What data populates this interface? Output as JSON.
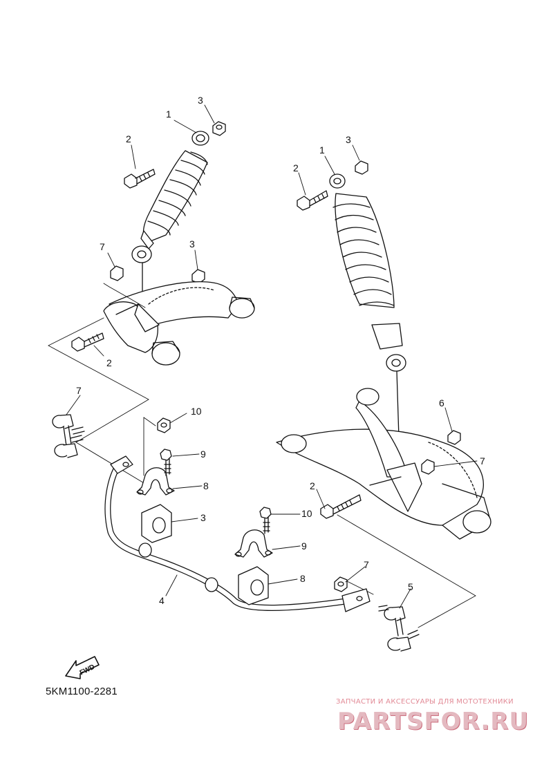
{
  "diagram": {
    "callouts": [
      {
        "id": "c1a",
        "text": "1"
      },
      {
        "id": "c2a",
        "text": "2"
      },
      {
        "id": "c3a",
        "text": "3"
      },
      {
        "id": "c7a",
        "text": "7"
      },
      {
        "id": "c3b",
        "text": "3"
      },
      {
        "id": "c2b",
        "text": "2"
      },
      {
        "id": "c1b",
        "text": "1"
      },
      {
        "id": "c2c",
        "text": "2"
      },
      {
        "id": "c3c",
        "text": "3"
      },
      {
        "id": "c6",
        "text": "6"
      },
      {
        "id": "c7b",
        "text": "7"
      },
      {
        "id": "c10a",
        "text": "10"
      },
      {
        "id": "c9a",
        "text": "9"
      },
      {
        "id": "c8a",
        "text": "8"
      },
      {
        "id": "c3d",
        "text": "3"
      },
      {
        "id": "c7c",
        "text": "7"
      },
      {
        "id": "c2d",
        "text": "2"
      },
      {
        "id": "c10b",
        "text": "10"
      },
      {
        "id": "c9b",
        "text": "9"
      },
      {
        "id": "c8b",
        "text": "8"
      },
      {
        "id": "c4",
        "text": "4"
      },
      {
        "id": "c7d",
        "text": "7"
      },
      {
        "id": "c5",
        "text": "5"
      }
    ],
    "fwd_label": "FWD",
    "diagram_code": "5KM1100-2281"
  },
  "watermark": {
    "subtitle": "ЗАПЧАСТИ И АКСЕССУАРЫ ДЛЯ МОТОТЕХНИКИ",
    "logo": "PARTSFOR.RU",
    "color": "#e4b9c0"
  }
}
